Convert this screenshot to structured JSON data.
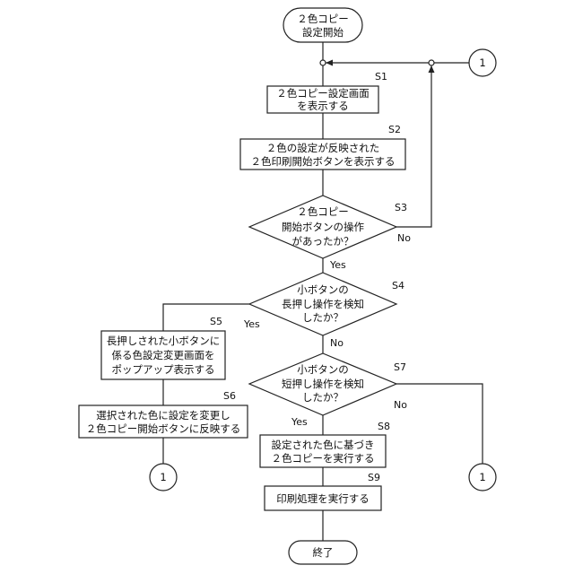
{
  "flowchart": {
    "start": {
      "lines": [
        "２色コピー",
        "設定開始"
      ]
    },
    "end": {
      "lines": [
        "終了"
      ]
    },
    "connector_label": "1",
    "steps": [
      {
        "id": "S1",
        "label": "S1",
        "lines": [
          "２色コピー設定画面",
          "を表示する"
        ]
      },
      {
        "id": "S2",
        "label": "S2",
        "lines": [
          "２色の設定が反映された",
          "２色印刷開始ボタンを表示する"
        ]
      },
      {
        "id": "S3",
        "label": "S3",
        "lines": [
          "２色コピー",
          "開始ボタンの操作",
          "があったか？"
        ]
      },
      {
        "id": "S4",
        "label": "S4",
        "lines": [
          "小ボタンの",
          "長押し操作を検知",
          "したか？"
        ]
      },
      {
        "id": "S5",
        "label": "S5",
        "lines": [
          "長押しされた小ボタンに",
          "係る色設定変更画面を",
          "ポップアップ表示する"
        ]
      },
      {
        "id": "S6",
        "label": "S6",
        "lines": [
          "選択された色に設定を変更し",
          "２色コピー開始ボタンに反映する"
        ]
      },
      {
        "id": "S7",
        "label": "S7",
        "lines": [
          "小ボタンの",
          "短押し操作を検知",
          "したか？"
        ]
      },
      {
        "id": "S8",
        "label": "S8",
        "lines": [
          "設定された色に基づき",
          "２色コピーを実行する"
        ]
      },
      {
        "id": "S9",
        "label": "S9",
        "lines": [
          "印刷処理を実行する"
        ]
      }
    ],
    "edge_labels": {
      "s3_no": "No",
      "s3_yes": "Yes",
      "s4_yes": "Yes",
      "s4_no": "No",
      "s7_yes": "Yes",
      "s7_no": "No"
    }
  }
}
